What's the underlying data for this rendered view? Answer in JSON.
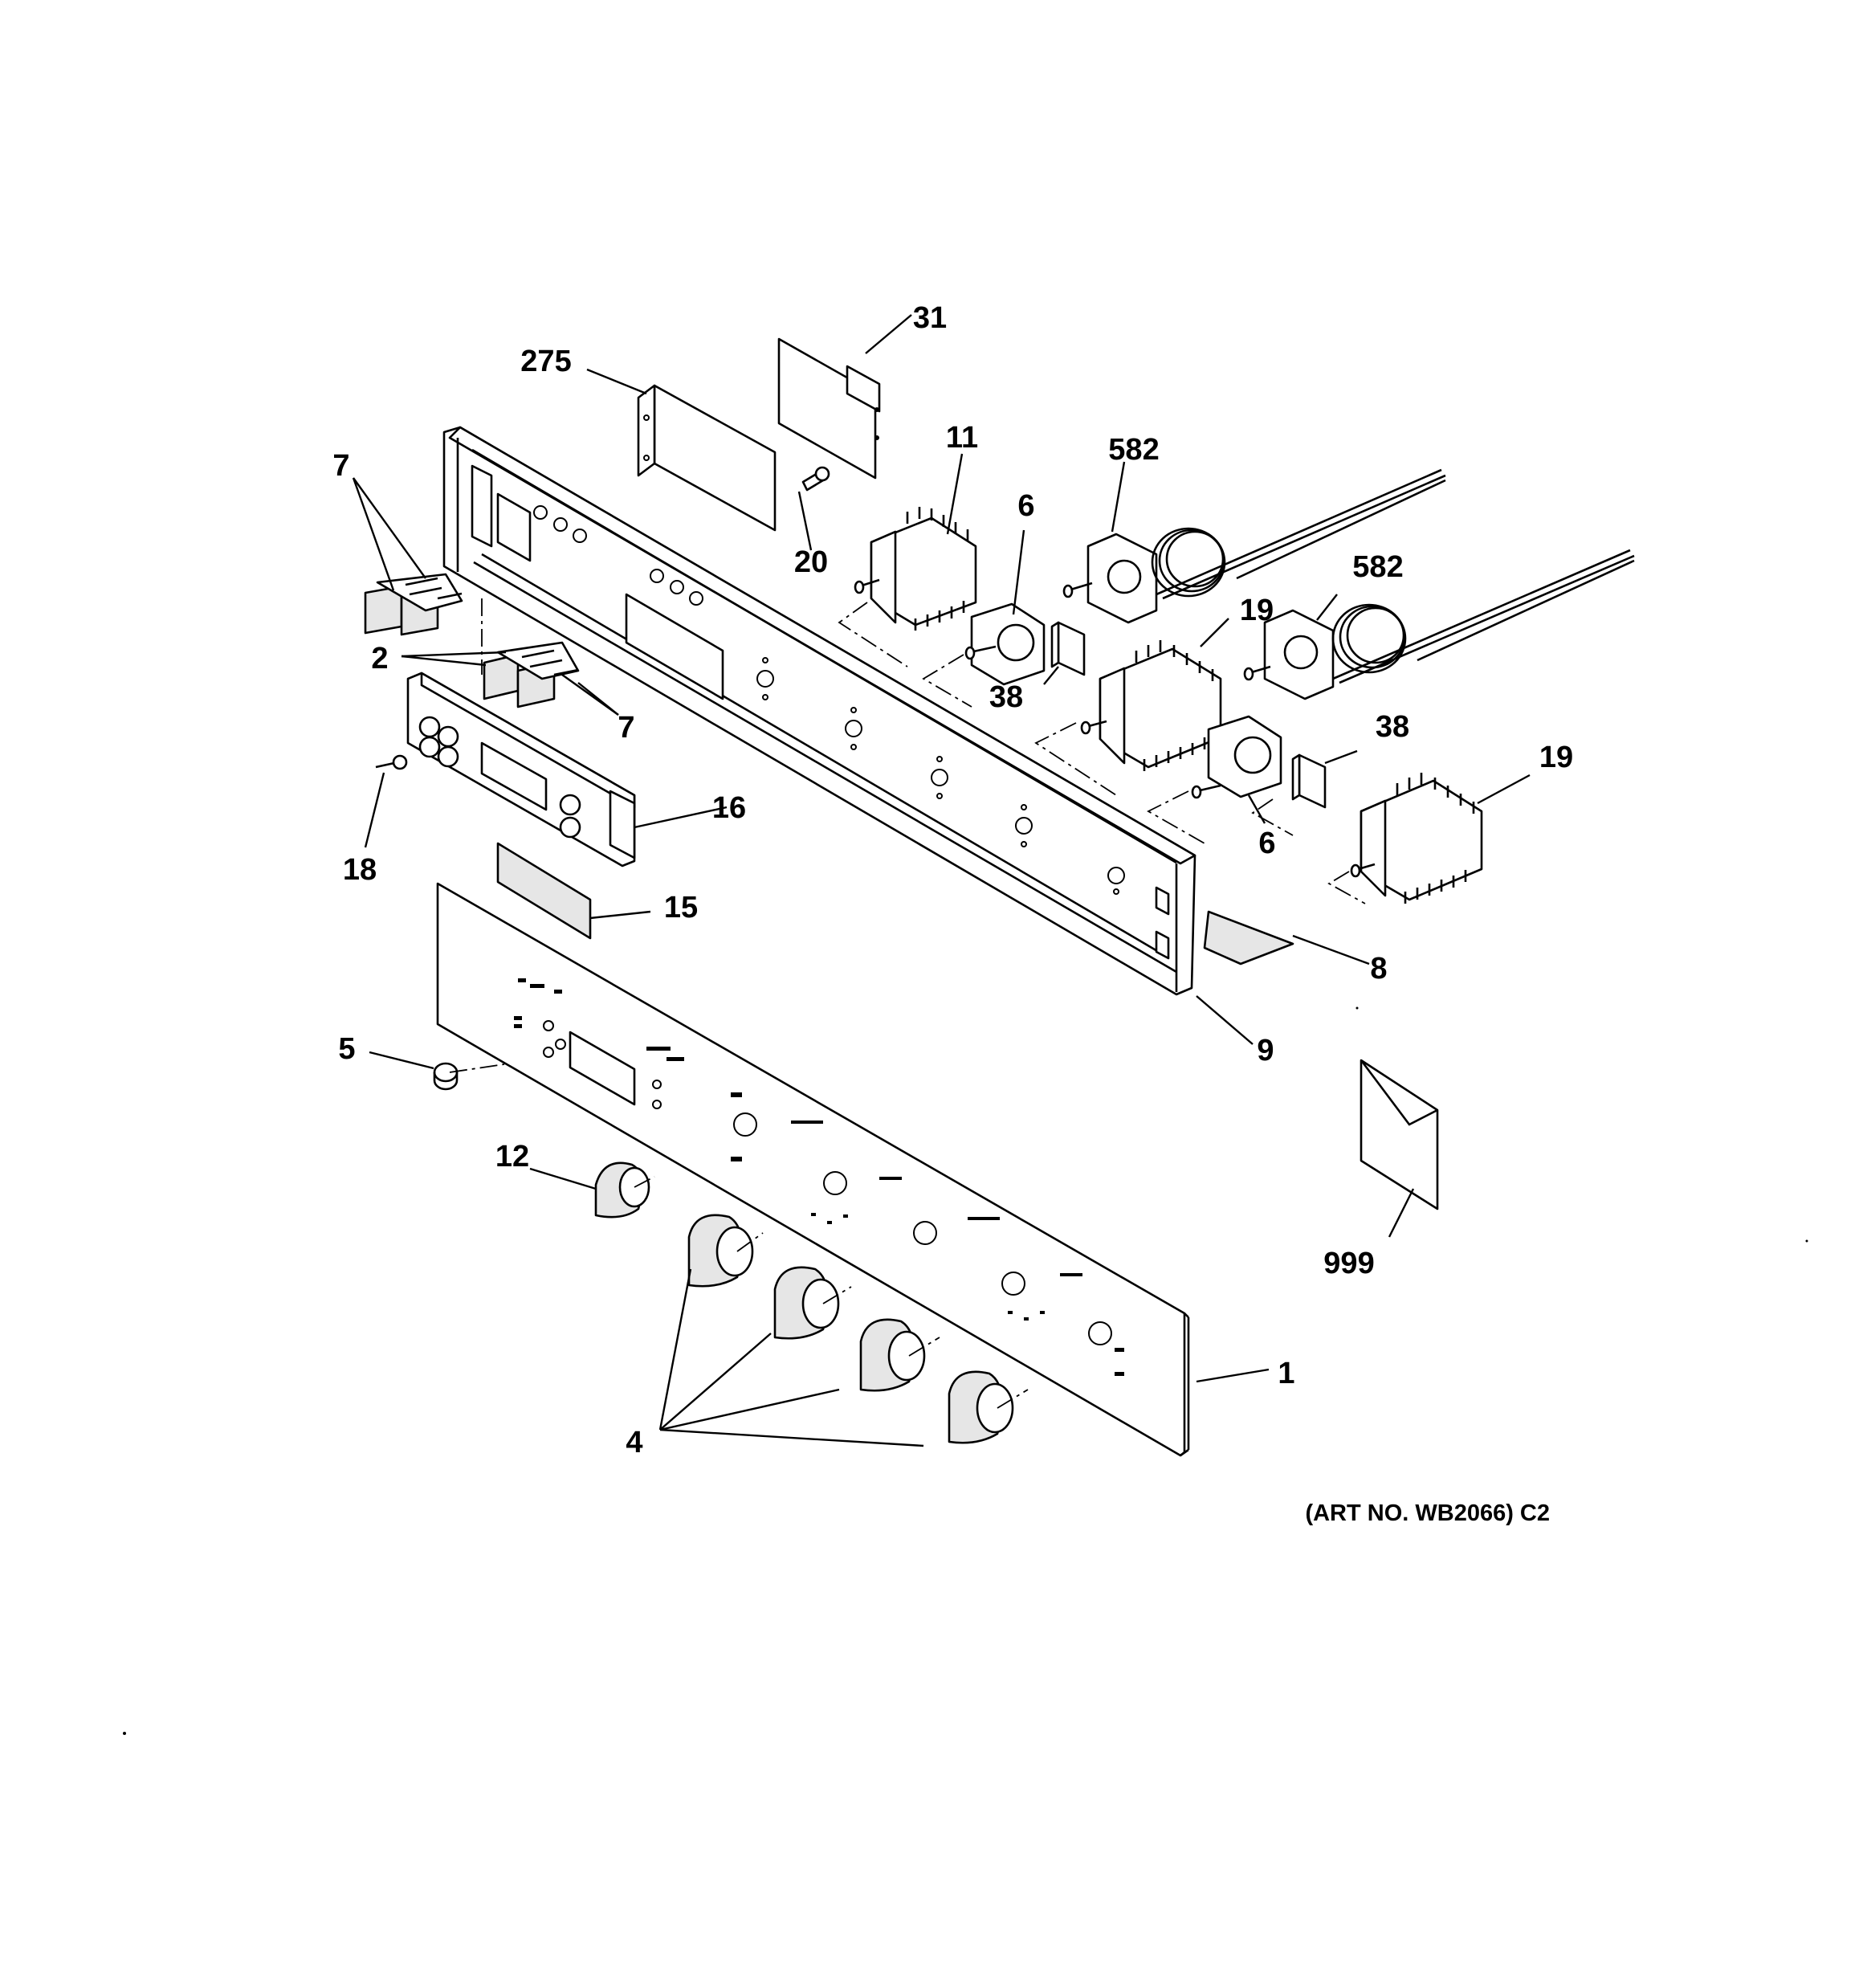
{
  "diagram": {
    "callouts": {
      "c1": "1",
      "c2": "2",
      "c4": "4",
      "c5": "5",
      "c6a": "6",
      "c6b": "6",
      "c7a": "7",
      "c7b": "7",
      "c8": "8",
      "c9": "9",
      "c11": "11",
      "c12": "12",
      "c15": "15",
      "c16": "16",
      "c18": "18",
      "c19a": "19",
      "c19b": "19",
      "c20": "20",
      "c31": "31",
      "c38a": "38",
      "c38b": "38",
      "c275": "275",
      "c582a": "582",
      "c582b": "582",
      "c999": "999"
    },
    "art_number": "(ART NO. WB2066) C2"
  }
}
